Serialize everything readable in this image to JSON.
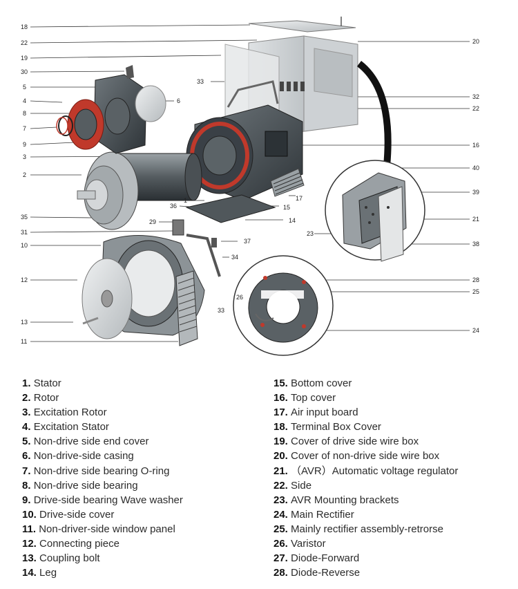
{
  "callouts": [
    {
      "id": "c18",
      "text": "18"
    },
    {
      "id": "c22a",
      "text": "22"
    },
    {
      "id": "c19",
      "text": "19"
    },
    {
      "id": "c30",
      "text": "30"
    },
    {
      "id": "c5",
      "text": "5"
    },
    {
      "id": "c4",
      "text": "4"
    },
    {
      "id": "c8",
      "text": "8"
    },
    {
      "id": "c7",
      "text": "7"
    },
    {
      "id": "c9",
      "text": "9"
    },
    {
      "id": "c3",
      "text": "3"
    },
    {
      "id": "c2",
      "text": "2"
    },
    {
      "id": "c35",
      "text": "35"
    },
    {
      "id": "c31",
      "text": "31"
    },
    {
      "id": "c10",
      "text": "10"
    },
    {
      "id": "c12",
      "text": "12"
    },
    {
      "id": "c13",
      "text": "13"
    },
    {
      "id": "c11",
      "text": "11"
    },
    {
      "id": "c33a",
      "text": "33"
    },
    {
      "id": "c6",
      "text": "6"
    },
    {
      "id": "c1",
      "text": "1"
    },
    {
      "id": "c36",
      "text": "36"
    },
    {
      "id": "c15",
      "text": "15"
    },
    {
      "id": "c17",
      "text": "17"
    },
    {
      "id": "c14",
      "text": "14"
    },
    {
      "id": "c29",
      "text": "29"
    },
    {
      "id": "c37",
      "text": "37"
    },
    {
      "id": "c34",
      "text": "34"
    },
    {
      "id": "c26",
      "text": "26"
    },
    {
      "id": "c33b",
      "text": "33"
    },
    {
      "id": "c20",
      "text": "20"
    },
    {
      "id": "c32",
      "text": "32"
    },
    {
      "id": "c22b",
      "text": "22"
    },
    {
      "id": "c16",
      "text": "16"
    },
    {
      "id": "c40",
      "text": "40"
    },
    {
      "id": "c39",
      "text": "39"
    },
    {
      "id": "c21",
      "text": "21"
    },
    {
      "id": "c23",
      "text": "23"
    },
    {
      "id": "c38",
      "text": "38"
    },
    {
      "id": "c28",
      "text": "28"
    },
    {
      "id": "c25",
      "text": "25"
    },
    {
      "id": "c24",
      "text": "24"
    }
  ],
  "legend": {
    "left": [
      {
        "num": "1.",
        "label": "Stator"
      },
      {
        "num": "2.",
        "label": "Rotor"
      },
      {
        "num": "3.",
        "label": "Excitation Rotor"
      },
      {
        "num": "4.",
        "label": "Excitation Stator"
      },
      {
        "num": "5.",
        "label": "Non-drive side end cover"
      },
      {
        "num": "6.",
        "label": "Non-drive-side casing"
      },
      {
        "num": "7.",
        "label": "Non-drive side bearing O-ring"
      },
      {
        "num": "8.",
        "label": "Non-drive side bearing"
      },
      {
        "num": "9.",
        "label": "Drive-side bearing Wave washer"
      },
      {
        "num": "10.",
        "label": "Drive-side cover"
      },
      {
        "num": "11.",
        "label": "Non-driver-side window panel"
      },
      {
        "num": "12.",
        "label": "Connecting piece"
      },
      {
        "num": "13.",
        "label": "Coupling bolt"
      },
      {
        "num": "14.",
        "label": "Leg"
      }
    ],
    "right": [
      {
        "num": "15.",
        "label": "Bottom cover"
      },
      {
        "num": "16.",
        "label": "Top cover"
      },
      {
        "num": "17.",
        "label": "Air input board"
      },
      {
        "num": "18.",
        "label": "Terminal Box Cover"
      },
      {
        "num": "19.",
        "label": "Cover of drive side wire box"
      },
      {
        "num": "20.",
        "label": "Cover of non-drive side wire box"
      },
      {
        "num": "21.",
        "label": "（AVR）Automatic voltage regulator"
      },
      {
        "num": "22.",
        "label": "Side"
      },
      {
        "num": "23.",
        "label": "AVR Mounting brackets"
      },
      {
        "num": "24.",
        "label": "Main Rectifier"
      },
      {
        "num": "25.",
        "label": "Mainly rectifier assembly-retrorse"
      },
      {
        "num": "26.",
        "label": "Varistor"
      },
      {
        "num": "27.",
        "label": "Diode-Forward"
      },
      {
        "num": "28.",
        "label": "Diode-Reverse"
      }
    ]
  },
  "colors": {
    "accent_red": "#c0392b",
    "metal_dark": "#3a4046",
    "metal_mid": "#6b7378",
    "metal_light": "#c4c8cb"
  }
}
